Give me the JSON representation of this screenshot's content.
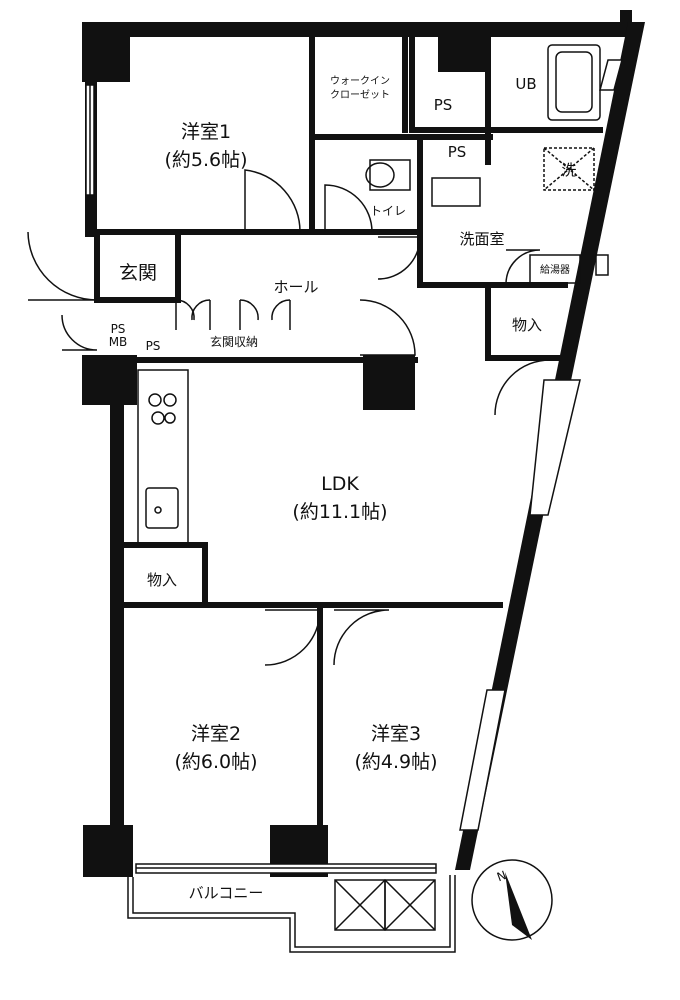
{
  "rooms": {
    "western_room_1": {
      "name": "洋室1",
      "size": "(約5.6帖)"
    },
    "western_room_2": {
      "name": "洋室2",
      "size": "(約6.0帖)"
    },
    "western_room_3": {
      "name": "洋室3",
      "size": "(約4.9帖)"
    },
    "ldk": {
      "name": "LDK",
      "size": "(約11.1帖)"
    },
    "walk_in_closet": {
      "line1": "ウォークイン",
      "line2": "クローゼット"
    },
    "ps_top": "PS",
    "ps_small": "PS",
    "ub": "UB",
    "toilet": "トイレ",
    "washroom": "洗面室",
    "washer": "洗",
    "water_heater": "給湯器",
    "storage_right": "物入",
    "storage_kitchen": "物入",
    "entrance": "玄関",
    "hall": "ホール",
    "ps_mb": {
      "line1": "PS",
      "line2": "MB"
    },
    "ps_entrance": "PS",
    "shoe_storage": "玄関収納",
    "balcony": "バルコニー"
  },
  "compass": {
    "north": "N"
  }
}
